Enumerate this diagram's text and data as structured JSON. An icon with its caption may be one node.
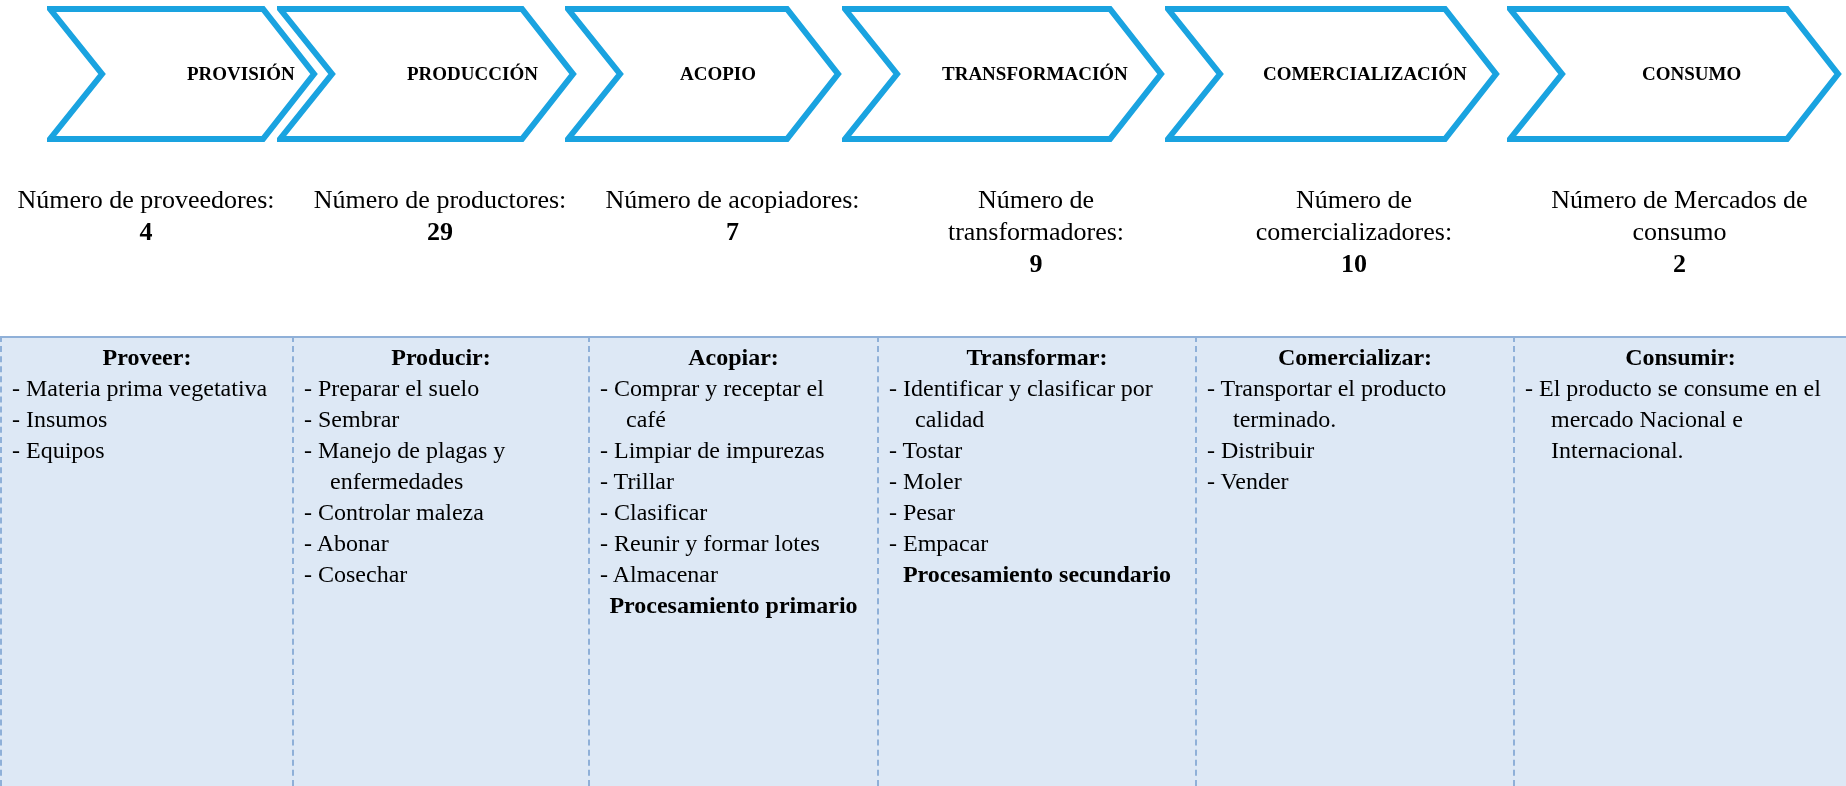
{
  "diagram": {
    "nodes": [
      {
        "text": [
          "PROVISIÓN"
        ],
        "beside": [
          "Número de proveedores:",
          "4"
        ]
      },
      {
        "text": [
          "PRODUCCIÓN"
        ],
        "beside": [
          "Número de productores:",
          "29"
        ]
      },
      {
        "text": [
          "ACOPIO"
        ],
        "beside": [
          "Número de acopiadores:",
          "7"
        ]
      },
      {
        "text": [
          "TRANSFORMACIÓN"
        ],
        "beside": [
          "Número de transformadores:",
          "9"
        ]
      },
      {
        "text": [
          "COMERCIALIZACIÓN"
        ],
        "beside": [
          "Número de comercializadores:",
          "10"
        ]
      },
      {
        "text": [
          "CONSUMO"
        ],
        "beside": [
          "Número de Mercados de consumo",
          "2"
        ]
      },
      {
        "text": [
          "Proveer:",
          "- Materia prima vegetativa",
          "- Insumos",
          "- Equipos"
        ]
      },
      {
        "text": [
          "Producir:",
          "- Preparar el suelo",
          "- Sembrar",
          "- Manejo de plagas y enfermedades",
          "- Controlar maleza",
          "- Abonar",
          "- Cosechar"
        ]
      },
      {
        "text": [
          "Acopiar:",
          "- Comprar y receptar el café",
          "- Limpiar de impurezas",
          "- Trillar",
          "- Clasificar",
          "- Reunir y formar lotes",
          "- Almacenar",
          "Procesamiento primario"
        ]
      },
      {
        "text": [
          "Transformar:",
          "- Identificar y clasificar por calidad",
          "- Tostar",
          "- Moler",
          "- Pesar",
          "- Empacar",
          "Procesamiento secundario"
        ]
      },
      {
        "text": [
          "Comercializar:",
          "- Transportar el producto terminado.",
          "- Distribuir",
          "- Vender"
        ]
      },
      {
        "text": [
          "Consumir:",
          "- El producto se consume en el mercado Nacional e Internacional."
        ]
      }
    ]
  }
}
